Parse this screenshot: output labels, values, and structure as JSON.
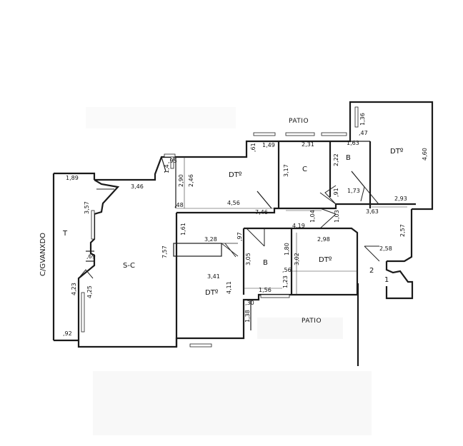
{
  "labels": {
    "patio_top": "PATIO",
    "patio_bottom": "PATIO",
    "corridor": "C/GVANXDO",
    "room_t": "T",
    "room_sc": "S-C",
    "room_c": "C",
    "room_b1": "B",
    "room_b2": "B",
    "room_d1": "DTº",
    "room_d2": "DTº",
    "room_d3": "DTº",
    "room_d4": "DTº",
    "entry_1": "1",
    "entry_2": "2"
  },
  "dimensions": {
    "d_189": "1,89",
    "d_346": "3,46",
    "d_357": "3,57",
    "d_69": ",69",
    "d_423": "4,23",
    "d_425": "4,25",
    "d_92": ",92",
    "d_757": "7,57",
    "d_95": ",95",
    "d_14": "1,4",
    "d_290": "2,90",
    "d_246": "2,46",
    "d_48": ",48",
    "d_456": "4,56",
    "d_61": ",61",
    "d_149": "1,49",
    "d_746": "7,46",
    "d_231": "2,31",
    "d_317": "3,17",
    "d_163": "1,63",
    "d_222": "2,22",
    "d_173": "1,73",
    "d_136": "1,36",
    "d_47": ",47",
    "d_460": "4,60",
    "d_293": "2,93",
    "d_363": "3,63",
    "d_104a": "1,04",
    "d_103": "1,03",
    "d_91": ",91",
    "d_161": "1,61",
    "d_328": "3,28",
    "d_97": ",97",
    "d_419": "4,19",
    "d_298": "2,98",
    "d_257": "2,57",
    "d_258": "2,58",
    "d_305": "3,05",
    "d_180": "1,80",
    "d_302": "3,02",
    "d_56": ",56",
    "d_123": "1,23",
    "d_341": "3,41",
    "d_411": "4,11",
    "d_156": "1,56",
    "d_30": ",30",
    "d_138": "1,38"
  }
}
